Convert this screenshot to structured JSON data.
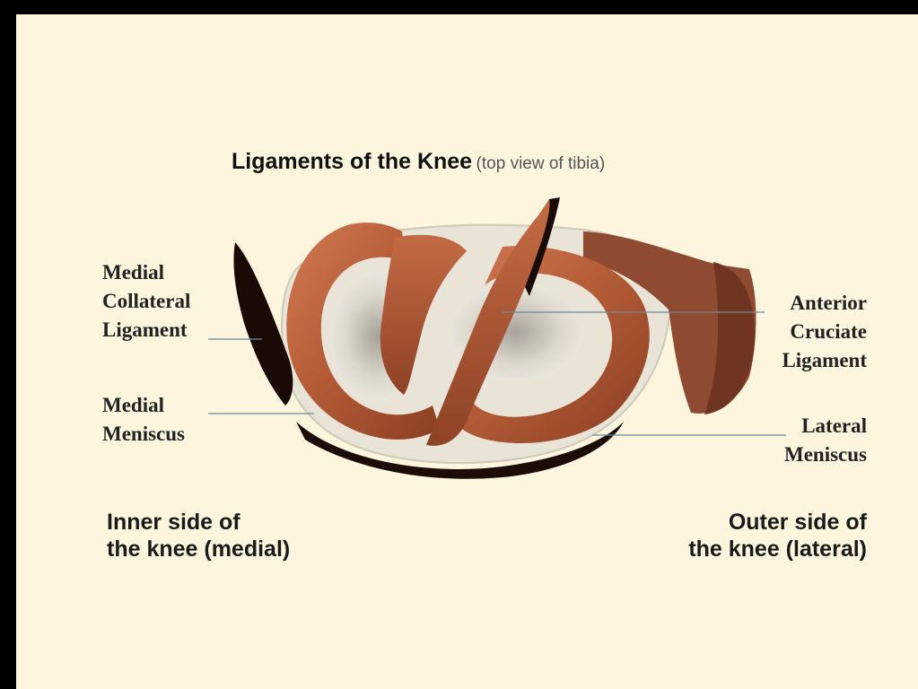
{
  "title": {
    "main": "Ligaments of the Knee",
    "sub": "(top view of tibia)"
  },
  "labels": {
    "medial_collateral_ligament": [
      "Medial",
      "Collateral",
      "Ligament"
    ],
    "medial_meniscus": [
      "Medial",
      "Meniscus"
    ],
    "anterior_cruciate_ligament": [
      "Anterior",
      "Cruciate",
      "Ligament"
    ],
    "lateral_meniscus": [
      "Lateral",
      "Meniscus"
    ]
  },
  "sides": {
    "inner": [
      "Inner side of",
      "the knee (medial)"
    ],
    "outer": [
      "Outer side of",
      "the knee (lateral)"
    ]
  },
  "colors": {
    "background": "#fdf5dd",
    "ligament": "#b8603c",
    "bone": "#ece8dc",
    "shadow": "#2a120a"
  }
}
